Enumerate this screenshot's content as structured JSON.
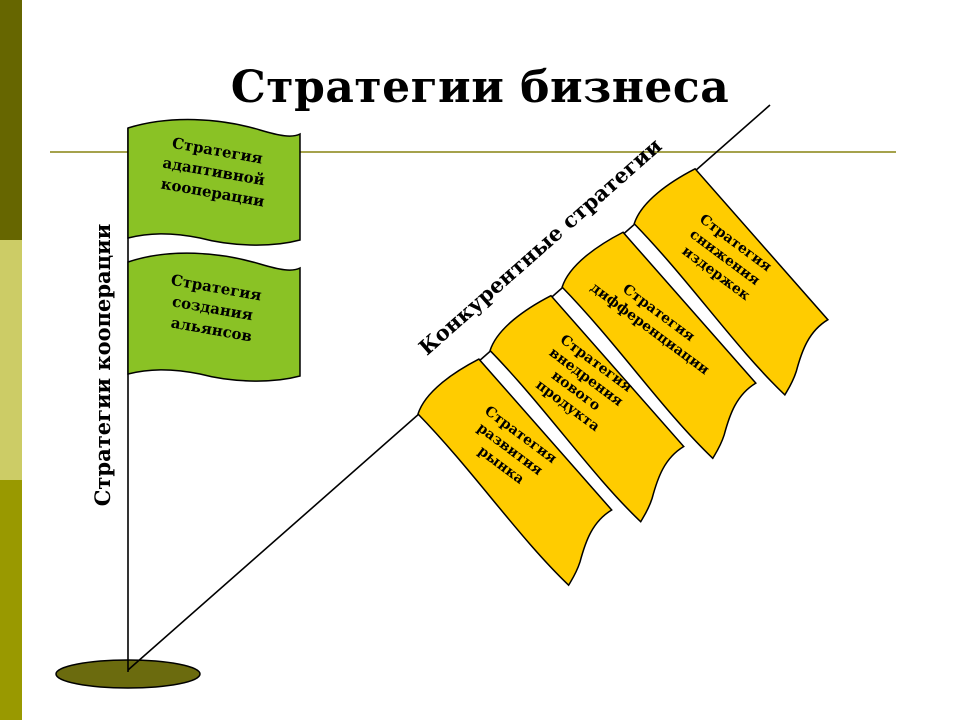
{
  "slide": {
    "title": "Стратегии бизнеса",
    "colors": {
      "sidebar_top": "#666600",
      "sidebar_mid": "#cccc66",
      "sidebar_bottom": "#999900",
      "rule": "#a5a24c",
      "green_flag": "#8ac225",
      "yellow_flag": "#ffcc00",
      "base": "#6b6b0e"
    }
  },
  "cooperation": {
    "pole_label": "Стратегии кооперации",
    "flags": [
      {
        "lines": [
          "Стратегия",
          "адаптивной",
          "кооперации"
        ]
      },
      {
        "lines": [
          "Стратегия",
          "создания",
          "альянсов"
        ]
      }
    ]
  },
  "competitive": {
    "pole_label": "Конкурентные стратегии",
    "flags": [
      {
        "lines": [
          "Стратегия",
          "развития",
          "рынка"
        ]
      },
      {
        "lines": [
          "Стратегия",
          "внедрения",
          "нового",
          "продукта"
        ]
      },
      {
        "lines": [
          "Стратегия",
          "дифференциации"
        ]
      },
      {
        "lines": [
          "Стратегия",
          "снижения",
          "издержек"
        ]
      }
    ]
  }
}
